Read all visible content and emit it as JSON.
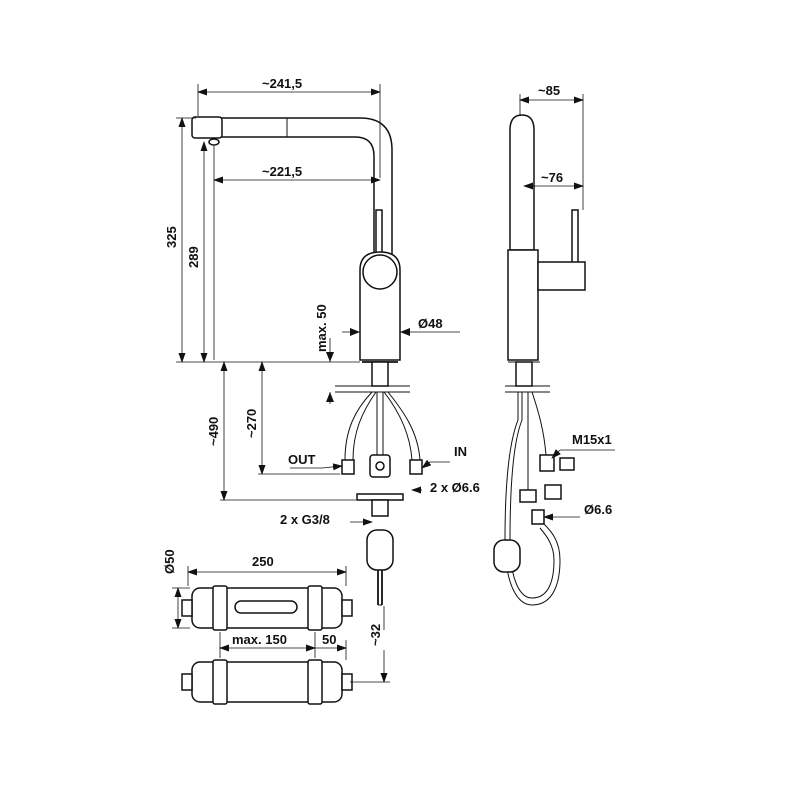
{
  "dimensions": {
    "spout_reach_outer": "~241,5",
    "spout_reach_inner": "~221,5",
    "total_height": "325",
    "outlet_height": "289",
    "max_deck_thickness": "max. 50",
    "body_diameter": "Ø48",
    "hose_length_total": "~490",
    "hose_length_connect": "~270",
    "outlet_label": "OUT",
    "inlet_label": "IN",
    "inlet_holes": "2 x Ø6.6",
    "thread_connections": "2 x G3/8",
    "side_width_top": "~85",
    "side_width_body": "~76",
    "nut_thread": "M15x1",
    "side_hose_diameter": "Ø6.6",
    "cartridge_diameter": "Ø50",
    "cartridge_length": "250",
    "max_offset": "max. 150",
    "offset_50": "50",
    "tail_height": "~32"
  }
}
